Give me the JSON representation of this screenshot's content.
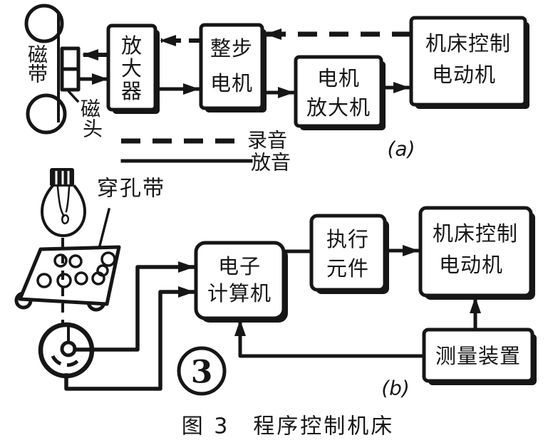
{
  "colors": {
    "ink": "#161616",
    "paper": "#ffffff"
  },
  "figure_caption": "图 3　程序控制机床",
  "diagram_a": {
    "sub_label": "(a)",
    "magnetic_tape_label": [
      "磁",
      "带"
    ],
    "magnetic_head_label": [
      "磁",
      "头"
    ],
    "legend": {
      "dashed_label": "录音",
      "solid_label": "放音"
    },
    "boxes": {
      "amplifier": {
        "lines": [
          "放",
          "大",
          "器"
        ]
      },
      "step_motor": {
        "lines": [
          "整步",
          "电机"
        ]
      },
      "motor_amplifier": {
        "lines": [
          "电机",
          "放大机"
        ]
      },
      "machine_tool_motor": {
        "lines": [
          "机床控制",
          "电动机"
        ]
      }
    }
  },
  "diagram_b": {
    "sub_label": "(b)",
    "punched_tape_label": "穿孔带",
    "circled_number": "3",
    "boxes": {
      "computer": {
        "lines": [
          "电子",
          "计算机"
        ]
      },
      "actuator": {
        "lines": [
          "执行",
          "元件"
        ]
      },
      "machine_tool_motor": {
        "lines": [
          "机床控制",
          "电动机"
        ]
      },
      "measuring_device": {
        "lines": [
          "测量装置"
        ]
      }
    }
  }
}
